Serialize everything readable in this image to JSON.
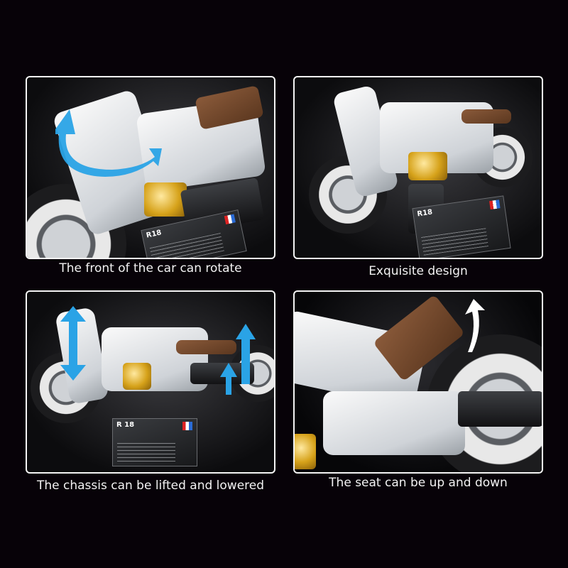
{
  "panels": [
    {
      "id": "front-rotate",
      "caption": "The front of the car can rotate",
      "placard_label": "R18",
      "arrow": "blue-curved-arrow",
      "arrow_color": "#2aa3e6"
    },
    {
      "id": "exquisite-design",
      "caption": "Exquisite design",
      "placard_label": "R18"
    },
    {
      "id": "chassis-lift",
      "caption": "The chassis can be lifted and lowered",
      "placard_label": "R 18",
      "arrow": "blue-vertical-double-arrows",
      "arrow_color": "#2aa3e6"
    },
    {
      "id": "seat-up-down",
      "caption": "The seat can be up and down",
      "arrow": "white-curved-arrow",
      "arrow_color": "#ffffff"
    }
  ],
  "colors": {
    "background": "#070208",
    "border": "#f4f4f4",
    "caption_text": "#f2f2f2",
    "seat_brown": "#6e4428",
    "engine_gold": "#d6a21a"
  }
}
